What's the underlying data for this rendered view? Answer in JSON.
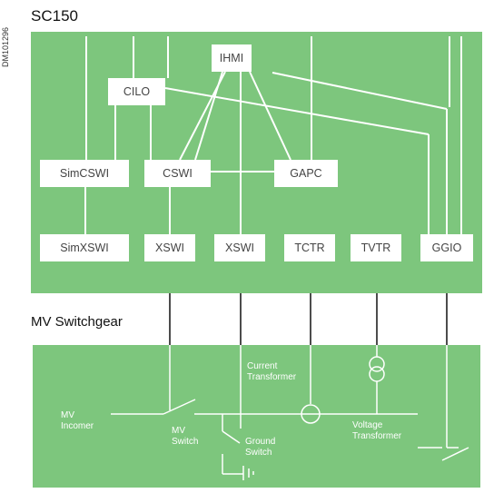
{
  "figure": {
    "doc_id": "DM101296",
    "title": "SC150",
    "section_label": "MV Switchgear"
  },
  "nodes": {
    "ihmi": "IHMI",
    "cilo": "CILO",
    "simcswi": "SimCSWI",
    "cswi": "CSWI",
    "gapc": "GAPC",
    "simxswi": "SimXSWI",
    "xswi_1": "XSWI",
    "xswi_2": "XSWI",
    "tctr": "TCTR",
    "tvtr": "TVTR",
    "ggio": "GGIO"
  },
  "plant_labels": {
    "current_transformer": [
      "Current",
      "Transformer"
    ],
    "mv_incomer": [
      "MV",
      "Incomer"
    ],
    "mv_switch": [
      "MV",
      "Switch"
    ],
    "ground_switch": [
      "Ground",
      "Switch"
    ],
    "voltage_transformer": [
      "Voltage",
      "Transformer"
    ]
  },
  "colors": {
    "panel_green": "#7dc67d",
    "node_fill": "#ffffff",
    "link_white": "#ffffff",
    "link_black": "#111111"
  }
}
